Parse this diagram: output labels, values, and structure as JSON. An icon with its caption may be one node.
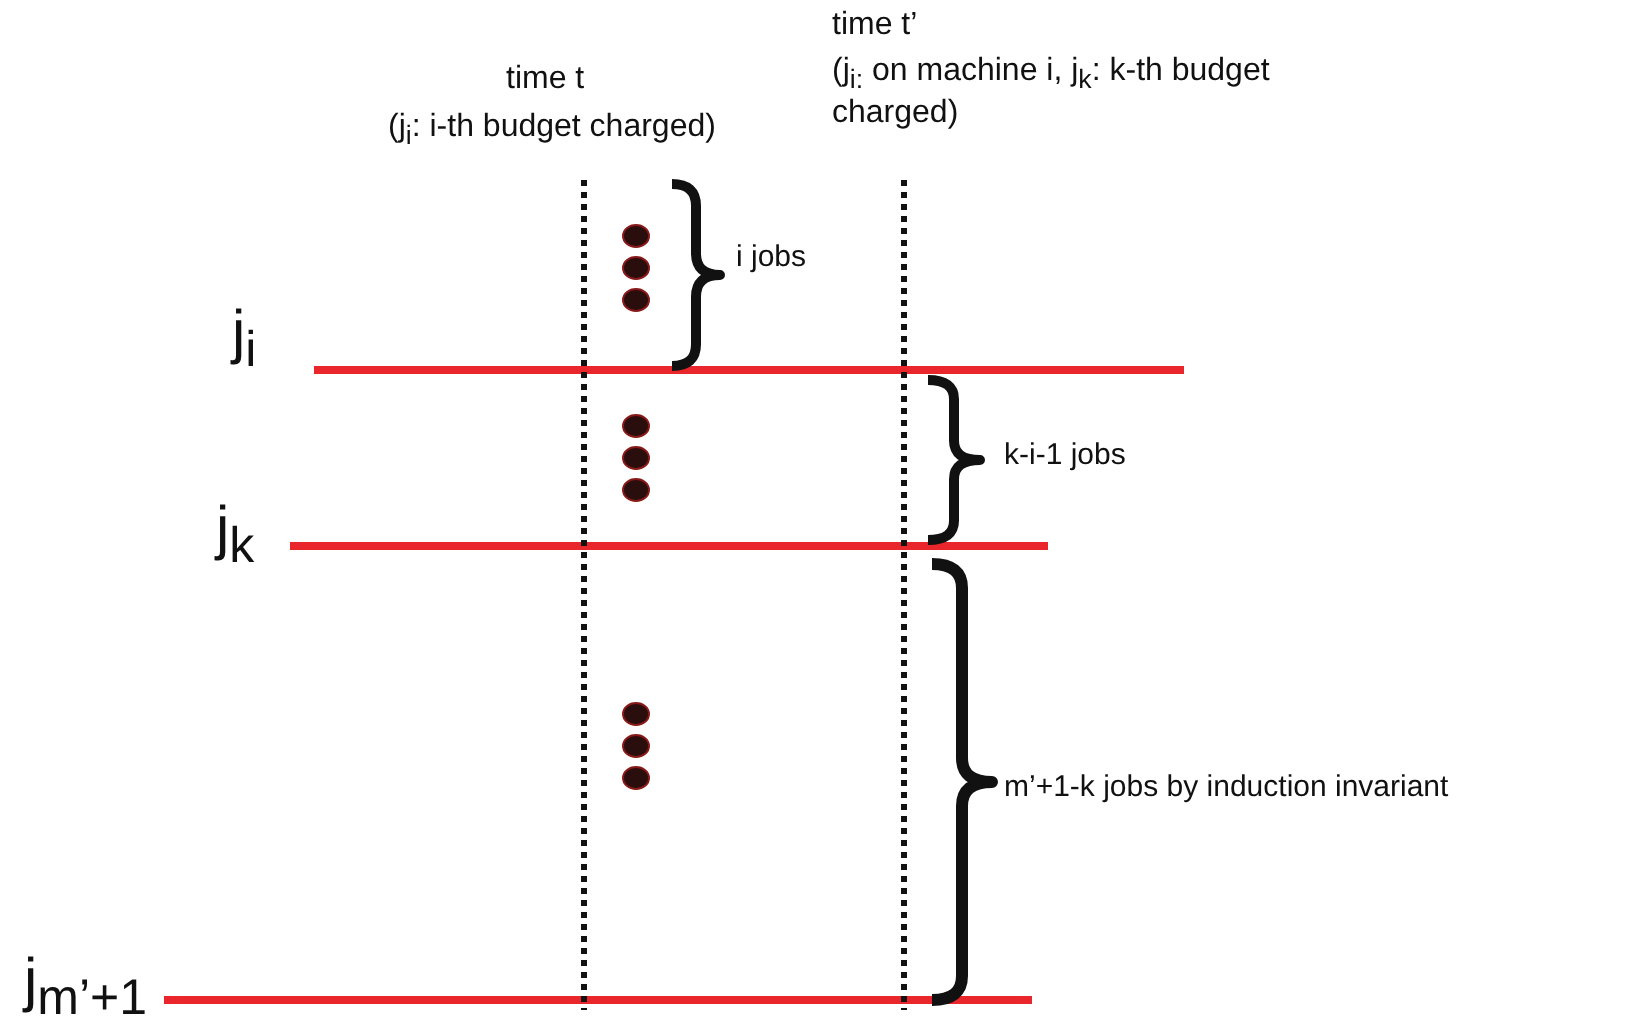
{
  "diagram": {
    "labels": [
      "time t",
      "(j$_{i}$: i-th budget charged)",
      "time t’",
      "(j$_{i:}$ on machine i, j$_{k}$: k-th budget charged)",
      "i jobs",
      "j$_{i}$",
      "k-i-1 jobs",
      "j$_{k}$",
      "m’+1-k jobs by induction invariant",
      "j$_{m’+1}$"
    ]
  }
}
